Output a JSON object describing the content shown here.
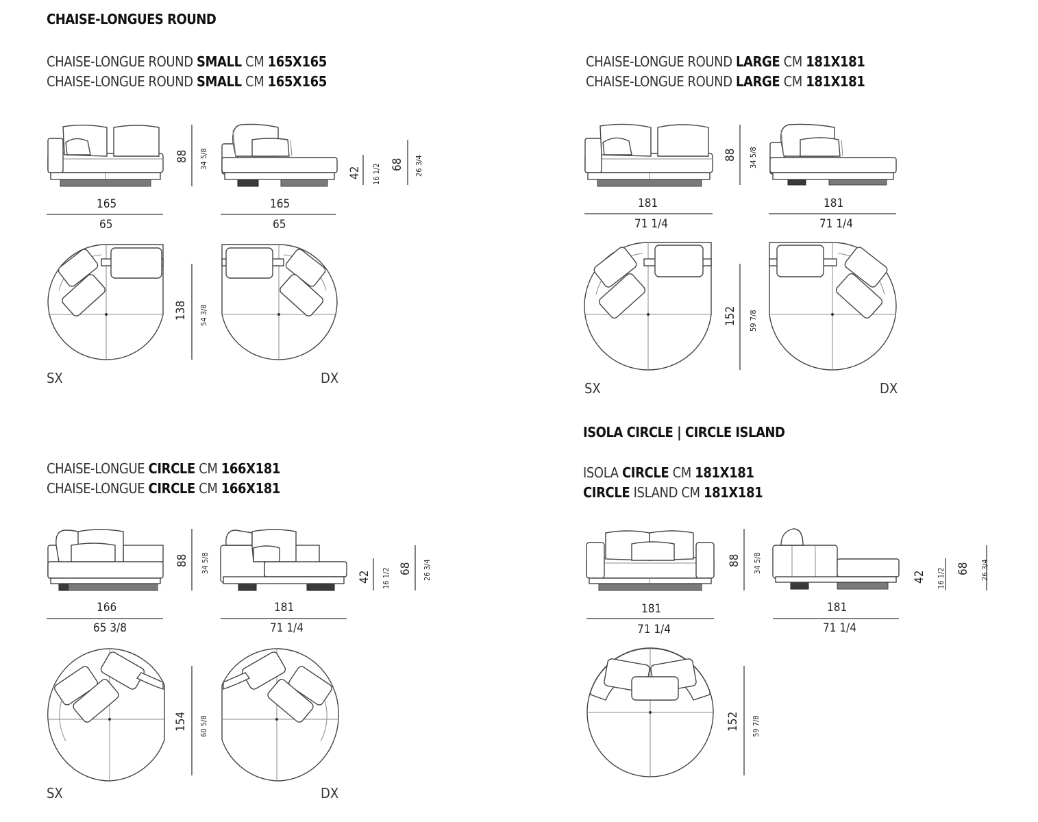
{
  "section_round": "CHAISE-LONGUES ROUND",
  "round_small": {
    "line1": {
      "pre": "CHAISE-LONGUE ROUND ",
      "bold": "SMALL",
      "mid": " CM ",
      "size": "165X165"
    },
    "line2": {
      "pre": "CHAISE-LONGUE ROUND ",
      "bold": "SMALL",
      "mid": " CM ",
      "size": "165X165"
    },
    "front_width_cm": "165",
    "front_width_in": "65",
    "side_width_cm": "165",
    "side_width_in": "65",
    "height_cm": "88",
    "height_in": "34 5/8",
    "seat_cm": "42",
    "seat_in": "16 1/2",
    "arm_cm": "68",
    "arm_in": "26 3/4",
    "depth_cm": "138",
    "depth_in": "54 3/8",
    "left_label": "SX",
    "right_label": "DX"
  },
  "round_large": {
    "line1": {
      "pre": "CHAISE-LONGUE ROUND ",
      "bold": "LARGE",
      "mid": " CM ",
      "size": "181X181"
    },
    "line2": {
      "pre": "CHAISE-LONGUE ROUND ",
      "bold": "LARGE",
      "mid": " CM ",
      "size": "181X181"
    },
    "front_width_cm": "181",
    "front_width_in": "71 1/4",
    "side_width_cm": "181",
    "side_width_in": "71 1/4",
    "height_cm": "88",
    "height_in": "34 5/8",
    "depth_cm": "152",
    "depth_in": "59 7/8",
    "left_label": "SX",
    "right_label": "DX"
  },
  "circle": {
    "line1": {
      "pre": "CHAISE-LONGUE ",
      "bold": "CIRCLE",
      "mid": " CM ",
      "size": "166X181"
    },
    "line2": {
      "pre": "CHAISE-LONGUE ",
      "bold": "CIRCLE",
      "mid": " CM ",
      "size": "166X181"
    },
    "front_width_cm": "166",
    "front_width_in": "65 3/8",
    "side_width_cm": "181",
    "side_width_in": "71 1/4",
    "height_cm": "88",
    "height_in": "34 5/8",
    "seat_cm": "42",
    "seat_in": "16 1/2",
    "arm_cm": "68",
    "arm_in": "26 3/4",
    "depth_cm": "154",
    "depth_in": "60 5/8",
    "left_label": "SX",
    "right_label": "DX"
  },
  "section_island": "ISOLA CIRCLE | CIRCLE ISLAND",
  "island": {
    "line1": {
      "pre": "ISOLA ",
      "bold": "CIRCLE",
      "mid": " CM ",
      "size": "181X181"
    },
    "line2": {
      "bold": "CIRCLE",
      "mid": " ISLAND CM ",
      "size": "181X181"
    },
    "front_width_cm": "181",
    "front_width_in": "71 1/4",
    "side_width_cm": "181",
    "side_width_in": "71 1/4",
    "height_cm": "88",
    "height_in": "34 5/8",
    "seat_cm": "42",
    "seat_in": "16 1/2",
    "arm_cm": "68",
    "arm_in": "26 3/4",
    "depth_cm": "152",
    "depth_in": "59 7/8"
  }
}
